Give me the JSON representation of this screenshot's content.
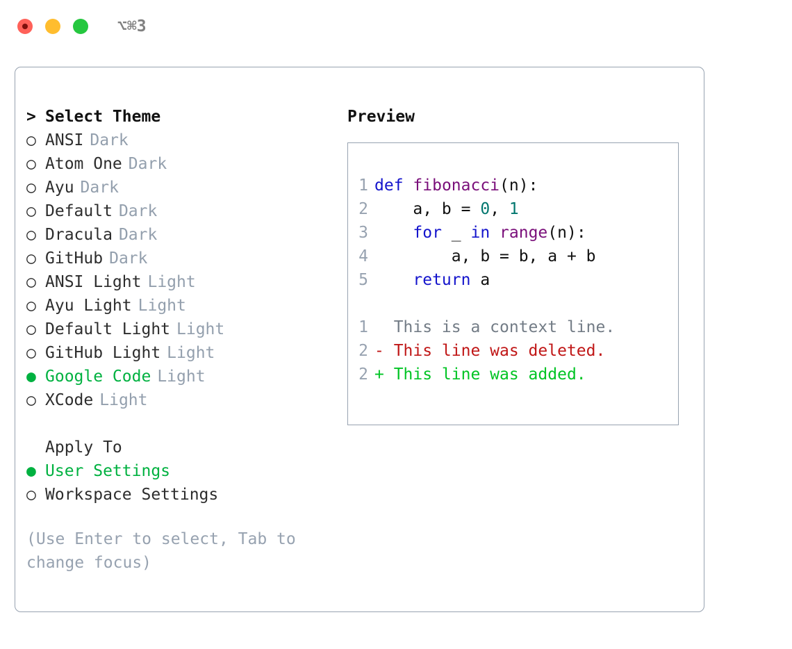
{
  "titlebar": {
    "shortcut": "⌥⌘3",
    "buttons": [
      {
        "name": "close",
        "color": "#ff6159"
      },
      {
        "name": "minimize",
        "color": "#ffbd2e"
      },
      {
        "name": "maximize",
        "color": "#25c73f"
      }
    ]
  },
  "theme_picker": {
    "header_marker": ">",
    "header_label": "Select Theme",
    "unselected_marker": "○",
    "selected_marker": "●",
    "items": [
      {
        "marker": "○",
        "label": "ANSI",
        "tag": "Dark",
        "selected": false
      },
      {
        "marker": "○",
        "label": "Atom One",
        "tag": "Dark",
        "selected": false
      },
      {
        "marker": "○",
        "label": "Ayu",
        "tag": "Dark",
        "selected": false
      },
      {
        "marker": "○",
        "label": "Default",
        "tag": "Dark",
        "selected": false
      },
      {
        "marker": "○",
        "label": "Dracula",
        "tag": "Dark",
        "selected": false
      },
      {
        "marker": "○",
        "label": "GitHub",
        "tag": "Dark",
        "selected": false
      },
      {
        "marker": "○",
        "label": "ANSI Light",
        "tag": "Light",
        "selected": false
      },
      {
        "marker": "○",
        "label": "Ayu Light",
        "tag": "Light",
        "selected": false
      },
      {
        "marker": "○",
        "label": "Default Light",
        "tag": "Light",
        "selected": false
      },
      {
        "marker": "○",
        "label": "GitHub Light",
        "tag": "Light",
        "selected": false
      },
      {
        "marker": "●",
        "label": "Google Code",
        "tag": "Light",
        "selected": true
      },
      {
        "marker": "○",
        "label": "XCode",
        "tag": "Light",
        "selected": false
      }
    ]
  },
  "apply_to": {
    "header_label": "Apply To",
    "items": [
      {
        "marker": "●",
        "label": "User Settings",
        "selected": true
      },
      {
        "marker": "○",
        "label": "Workspace Settings",
        "selected": false
      }
    ]
  },
  "hint": "(Use Enter to select, Tab to change focus)",
  "preview": {
    "title": "Preview",
    "code_lines": [
      {
        "number": "1",
        "tokens": [
          {
            "t": "def",
            "c": "kw"
          },
          {
            "t": " ",
            "c": "pl"
          },
          {
            "t": "fibonacci",
            "c": "fn"
          },
          {
            "t": "(n):",
            "c": "pl"
          }
        ]
      },
      {
        "number": "2",
        "tokens": [
          {
            "t": "    a, b = ",
            "c": "pl"
          },
          {
            "t": "0",
            "c": "num"
          },
          {
            "t": ", ",
            "c": "pl"
          },
          {
            "t": "1",
            "c": "num"
          }
        ]
      },
      {
        "number": "3",
        "tokens": [
          {
            "t": "    ",
            "c": "pl"
          },
          {
            "t": "for",
            "c": "kw"
          },
          {
            "t": " _ ",
            "c": "pl"
          },
          {
            "t": "in",
            "c": "kw"
          },
          {
            "t": " ",
            "c": "pl"
          },
          {
            "t": "range",
            "c": "fn"
          },
          {
            "t": "(n):",
            "c": "pl"
          }
        ]
      },
      {
        "number": "4",
        "tokens": [
          {
            "t": "        a, b = b, a + b",
            "c": "pl"
          }
        ]
      },
      {
        "number": "5",
        "tokens": [
          {
            "t": "    ",
            "c": "pl"
          },
          {
            "t": "return",
            "c": "kw"
          },
          {
            "t": " a",
            "c": "pl"
          }
        ]
      }
    ],
    "diff_lines": [
      {
        "number": "1",
        "text": "  This is a context line.",
        "kind": "diff-ctx"
      },
      {
        "number": "2",
        "text": "- This line was deleted.",
        "kind": "diff-del"
      },
      {
        "number": "2",
        "text": "+ This line was added.",
        "kind": "diff-add"
      }
    ]
  },
  "colors": {
    "accent_green": "#00b140",
    "muted": "#939fad",
    "keyword": "#1414cc",
    "function": "#7a0f7a",
    "number": "#00766e",
    "diff_added": "#00c424",
    "diff_deleted": "#c01717",
    "border": "#97a2b0"
  }
}
